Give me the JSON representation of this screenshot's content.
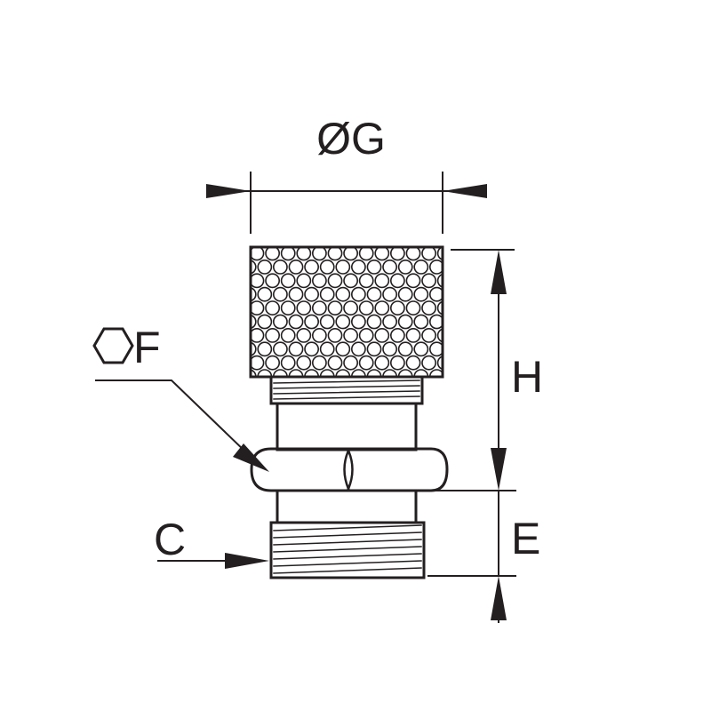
{
  "labels": {
    "diameter_g": "ØG",
    "hex_f": "F",
    "height_h": "H",
    "thread_c": "C",
    "length_e": "E"
  },
  "colors": {
    "ink": "#231f20",
    "paper": "#ffffff"
  },
  "icons": {
    "hex_symbol": "hexagon-icon"
  }
}
